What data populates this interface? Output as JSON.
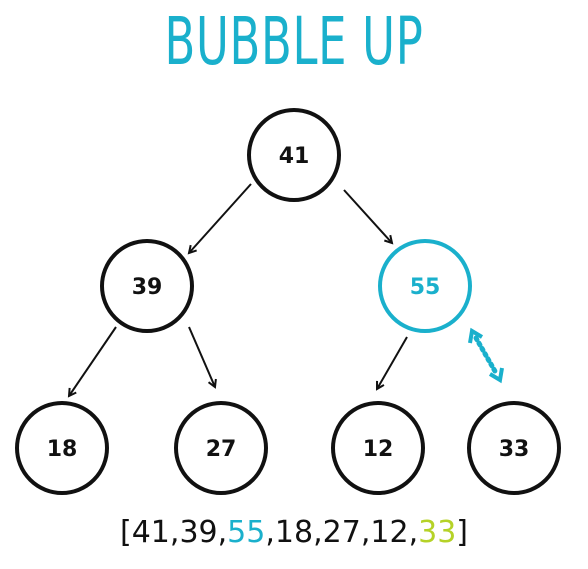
{
  "title": "BUBBLE UP",
  "nodes": [
    {
      "id": "n0",
      "value": "41",
      "highlight": false
    },
    {
      "id": "n1",
      "value": "39",
      "highlight": false
    },
    {
      "id": "n2",
      "value": "55",
      "highlight": true
    },
    {
      "id": "n3",
      "value": "18",
      "highlight": false
    },
    {
      "id": "n4",
      "value": "27",
      "highlight": false
    },
    {
      "id": "n5",
      "value": "12",
      "highlight": false
    },
    {
      "id": "n6",
      "value": "33",
      "highlight": false
    }
  ],
  "edges": [
    [
      "n0",
      "n1"
    ],
    [
      "n0",
      "n2"
    ],
    [
      "n1",
      "n3"
    ],
    [
      "n1",
      "n4"
    ],
    [
      "n2",
      "n5"
    ]
  ],
  "swap_indicator": {
    "between": [
      "n2",
      "n6"
    ],
    "color": "#1ab0cc"
  },
  "array": {
    "open": "[",
    "close": "]",
    "separator": ",",
    "items": [
      {
        "value": "41",
        "style": "normal"
      },
      {
        "value": "39",
        "style": "normal"
      },
      {
        "value": "55",
        "style": "swap"
      },
      {
        "value": "18",
        "style": "normal"
      },
      {
        "value": "27",
        "style": "normal"
      },
      {
        "value": "12",
        "style": "normal"
      },
      {
        "value": "33",
        "style": "new"
      }
    ]
  },
  "colors": {
    "accent": "#1ab0cc",
    "new_item": "#b5d227",
    "stroke": "#111111"
  }
}
